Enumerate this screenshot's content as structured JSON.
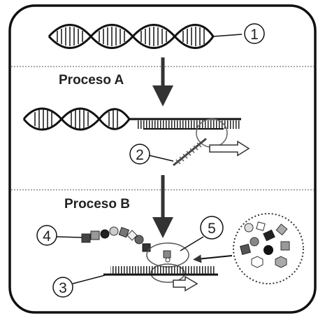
{
  "process_a_label": "Proceso A",
  "process_b_label": "Proceso B",
  "markers": [
    "1",
    "2",
    "3",
    "4",
    "5"
  ]
}
